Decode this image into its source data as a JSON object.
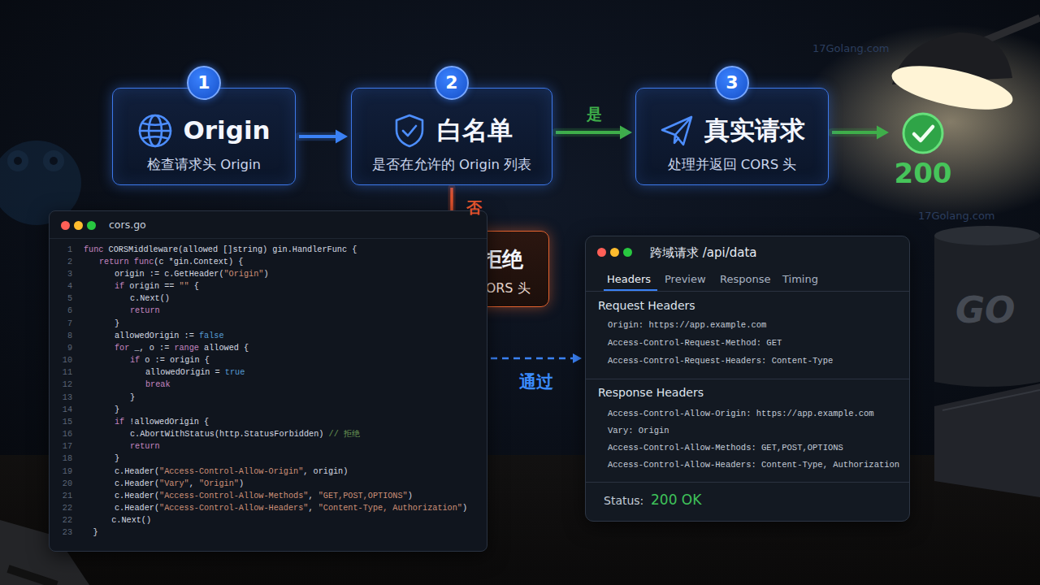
{
  "diagram": {
    "nodes": [
      {
        "text": [
          "Origin",
          "检查请求头 Origin"
        ]
      },
      {
        "text": [
          "1"
        ],
        "in": 0
      },
      {
        "text": [
          "白名单",
          "是否在允许的 Origin 列表"
        ]
      },
      {
        "text": [
          "2"
        ],
        "in": 2
      },
      {
        "text": [
          "真实请求",
          "处理并返回 CORS 头"
        ]
      },
      {
        "text": [
          "3"
        ],
        "in": 4
      },
      {
        "text": [
          "200"
        ]
      },
      {
        "text": [
          "拒绝",
          "不返回 CORS 头"
        ]
      },
      {
        "text": [
          "cors.go",
          "func CORSMiddleware(allowed []string) gin.HandlerFunc {",
          "return func(c *gin.Context) {",
          "origin := c.GetHeader(\"Origin\")",
          "if origin == \"\" {",
          "c.Next()",
          "return",
          "}",
          "allowedOrigin := false",
          "for _, o := range allowed {",
          "if o := origin {",
          "allowedOrigin = true",
          "break",
          "}",
          "}",
          "if !allowedOrigin {",
          "c.AbortWithStatus(http.StatusForbidden) // 拒绝",
          "return",
          "}",
          "c.Header(\"Access-Control-Allow-Origin\", origin)",
          "c.Header(\"Vary\", \"Origin\")",
          "c.Header(\"Access-Control-Allow-Methods\", \"GET,POST,OPTIONS\")",
          "c.Header(\"Access-Control-Allow-Headers\", \"Content-Type, Authorization\")",
          "c.Next()",
          "}"
        ]
      },
      {
        "text": [
          "跨域请求 /api/data",
          "Headers",
          "Preview",
          "Response",
          "Timing",
          "Request Headers",
          "Origin: https://app.example.com",
          "Access-Control-Request-Method: GET",
          "Access-Control-Request-Headers: Content-Type",
          "Response Headers",
          "Access-Control-Allow-Origin: https://app.example.com",
          "Vary: Origin",
          "Access-Control-Allow-Methods: GET,POST,OPTIONS",
          "Access-Control-Allow-Headers: Content-Type, Authorization",
          "Status:",
          "200 OK"
        ]
      }
    ],
    "edges": [
      {
        "from": 0,
        "to": 2,
        "arrow": "to"
      },
      {
        "from": 2,
        "to": 4,
        "label": "是",
        "arrow": "to"
      },
      {
        "from": 4,
        "to": 6,
        "arrow": "to"
      },
      {
        "from": 2,
        "to": 7,
        "label": "否",
        "arrow": "to"
      },
      {
        "from": 8,
        "to": 9,
        "label": "通过",
        "arrow": "to"
      }
    ],
    "labels": [
      "1",
      "2",
      "3",
      "4",
      "5",
      "6",
      "7",
      "8",
      "9",
      "10",
      "11",
      "12",
      "13",
      "14",
      "15",
      "16",
      "17",
      "18",
      "19",
      "20",
      "21",
      "22",
      "22",
      "23",
      "17Golang.com",
      "17Golang.com",
      "GO"
    ]
  }
}
